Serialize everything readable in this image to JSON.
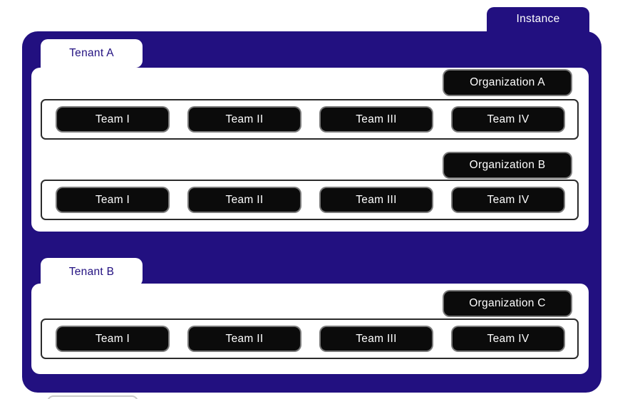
{
  "instance": {
    "label": "Instance"
  },
  "tenants": [
    {
      "label": "Tenant A",
      "organizations": [
        {
          "label": "Organization A",
          "teams": [
            "Team I",
            "Team II",
            "Team III",
            "Team IV"
          ]
        },
        {
          "label": "Organization B",
          "teams": [
            "Team I",
            "Team II",
            "Team III",
            "Team IV"
          ]
        }
      ]
    },
    {
      "label": "Tenant B",
      "organizations": [
        {
          "label": "Organization C",
          "teams": [
            "Team I",
            "Team II",
            "Team III",
            "Team IV"
          ]
        }
      ]
    }
  ],
  "colors": {
    "instance_navy": "#221080",
    "surface_white": "#ffffff",
    "pill_black": "#0b0b0b",
    "pill_ring_gray": "#7a7a7a",
    "row_border_dark": "#2b2b2b",
    "tab_text_navy": "#221080"
  }
}
